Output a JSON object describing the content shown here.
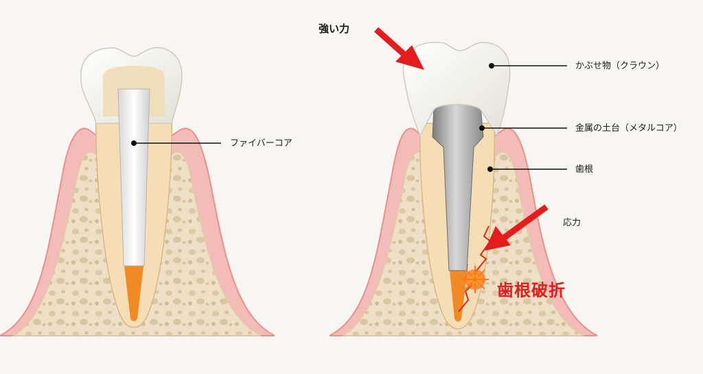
{
  "labels": {
    "fiber_core": "ファイバーコア",
    "strong_force": "強い力",
    "crown": "かぶせ物（クラウン）",
    "metal_core": "金属の土台（メタルコア）",
    "root": "歯根",
    "stress": "応力",
    "root_fracture": "歯根破折"
  },
  "colors": {
    "gum": "#f2b8b6",
    "gum_edge": "#e88e8e",
    "bone": "#efe3cc",
    "root": "#f4dfbb",
    "enamel": "#f3f2ec",
    "fiber_post": "#ffffff",
    "metal": "#a9a9a9",
    "canal": "#f08a24",
    "arrow": "#e51c1c",
    "fracture": "#e0301e"
  }
}
